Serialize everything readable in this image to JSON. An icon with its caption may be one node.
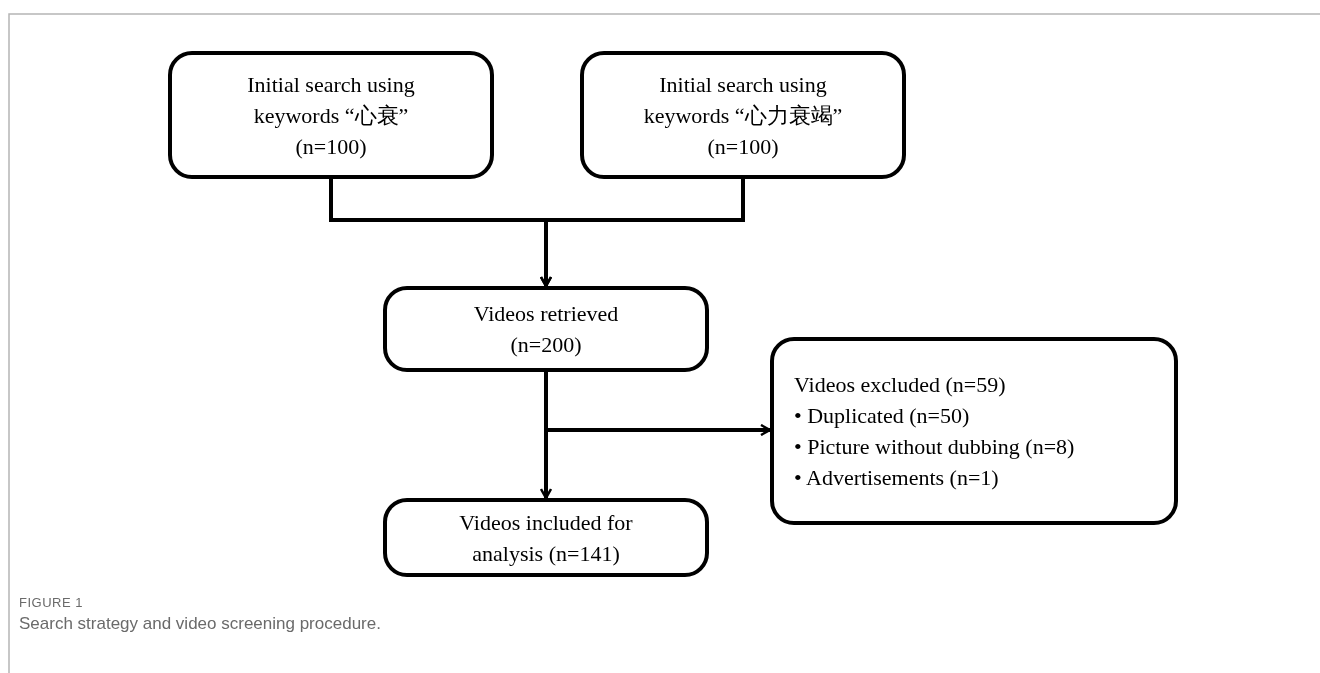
{
  "diagram": {
    "caption": "Search strategy and video screening procedure.",
    "nodes": [
      {
        "text": [
          "Initial search using keywords “心衰” (n=100)"
        ]
      },
      {
        "text": [
          "Initial search using keywords “心力衰竭” (n=100)"
        ]
      },
      {
        "text": [
          "Videos retrieved (n=200)"
        ]
      },
      {
        "text": [
          "Videos included for analysis (n=141)"
        ]
      },
      {
        "text": [
          "Videos excluded (n=59)",
          "• Duplicated (n=50)",
          "• Picture without dubbing (n=8)",
          "• Advertisements (n=1)"
        ]
      }
    ],
    "edges": [
      {
        "from": 0,
        "to": 2,
        "arrow": "to"
      },
      {
        "from": 1,
        "to": 2,
        "arrow": "to"
      },
      {
        "from": 2,
        "to": 3,
        "arrow": "to"
      },
      {
        "from": 2,
        "to": 4,
        "arrow": "to"
      }
    ],
    "labels": [
      "FIGURE 1"
    ]
  }
}
